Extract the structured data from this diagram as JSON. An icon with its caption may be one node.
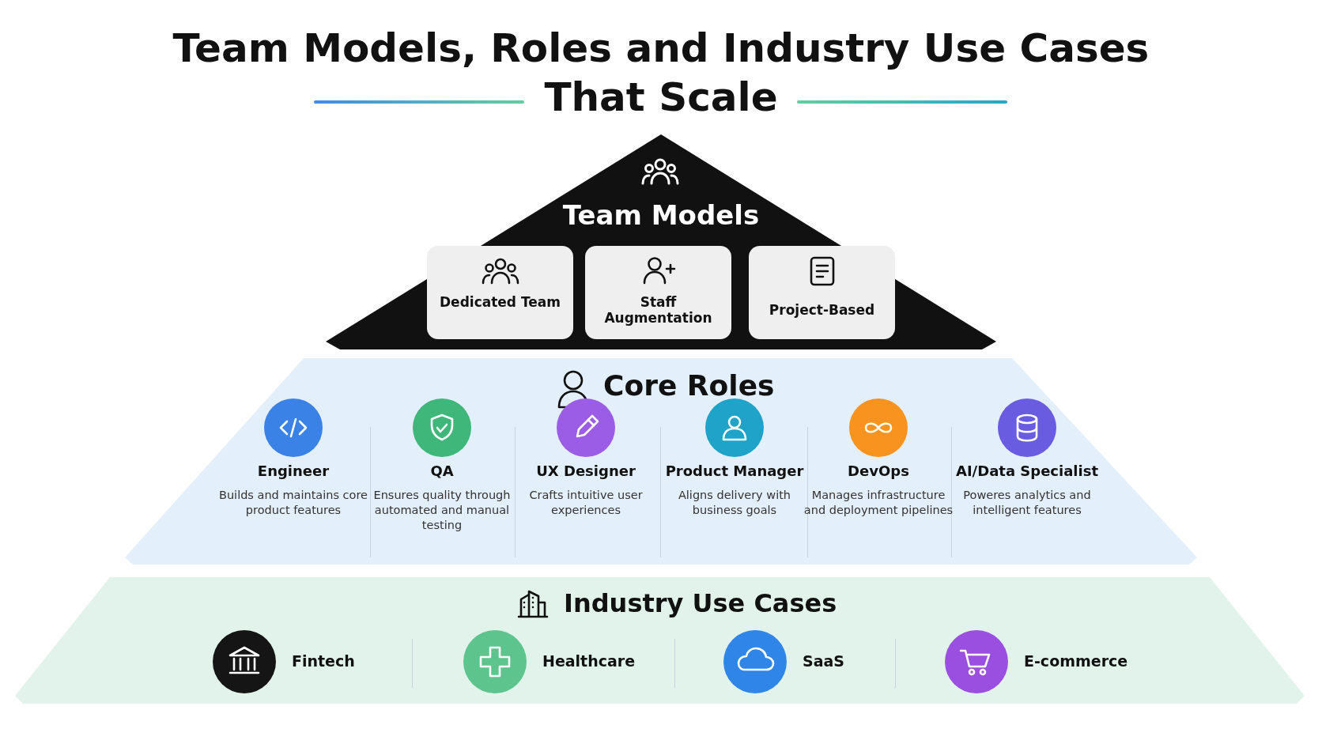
{
  "diagram": {
    "title": "Team Models, Roles and Industry Use Cases That Scale",
    "nodes": [
      {
        "text": [
          "Team Models"
        ]
      },
      {
        "text": [
          "Dedicated Team"
        ],
        "in": 0
      },
      {
        "text": [
          "Staff Augmentation"
        ],
        "in": 0
      },
      {
        "text": [
          "Project-Based"
        ],
        "in": 0
      },
      {
        "text": [
          "Core Roles"
        ]
      },
      {
        "text": [
          "Engineer",
          "Builds and maintains core product features"
        ],
        "in": 4
      },
      {
        "text": [
          "QA",
          "Ensures quality through automated and manual testing"
        ],
        "in": 4
      },
      {
        "text": [
          "UX Designer",
          "Crafts intuitive user experiences"
        ],
        "in": 4
      },
      {
        "text": [
          "Product Manager",
          "Aligns delivery with business goals"
        ],
        "in": 4
      },
      {
        "text": [
          "DevOps",
          "Manages infrastructure and deployment pipelines"
        ],
        "in": 4
      },
      {
        "text": [
          "AI/Data Specialist",
          "Poweres analytics and intelligent features"
        ],
        "in": 4
      },
      {
        "text": [
          "Industry Use Cases"
        ]
      },
      {
        "text": [
          "Fintech"
        ],
        "in": 11
      },
      {
        "text": [
          "Healthcare"
        ],
        "in": 11
      },
      {
        "text": [
          "SaaS"
        ],
        "in": 11
      },
      {
        "text": [
          "E-commerce"
        ],
        "in": 11
      }
    ]
  }
}
